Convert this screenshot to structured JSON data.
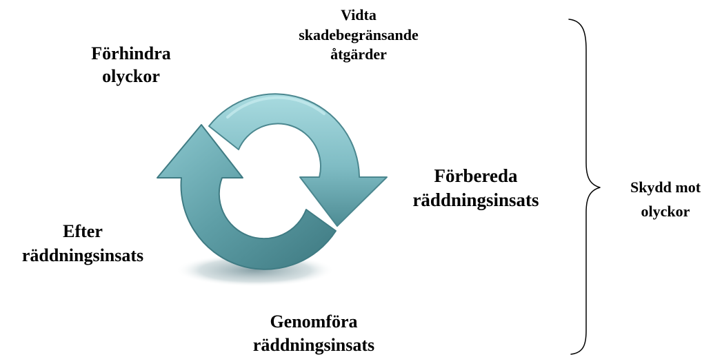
{
  "labels": {
    "prevent": [
      "Förhindra",
      "olyckor"
    ],
    "limit_damage": [
      "Vidta",
      "skadebegränsande",
      "åtgärder"
    ],
    "prepare": [
      "Förbereda",
      "räddningsinsats"
    ],
    "carry_out": [
      "Genomföra",
      "räddningsinsats"
    ],
    "after": [
      "Efter",
      "räddningsinsats"
    ],
    "brace": [
      "Skydd mot",
      "olyckor"
    ]
  },
  "colors": {
    "arrow_light": "#8fcbd2",
    "arrow_mid": "#5d9ea6",
    "arrow_dark": "#3f7b83",
    "shadow": "#6e8f96"
  },
  "icons": {
    "cycle": "refresh-cycle-icon",
    "brace": "curly-brace-icon"
  }
}
